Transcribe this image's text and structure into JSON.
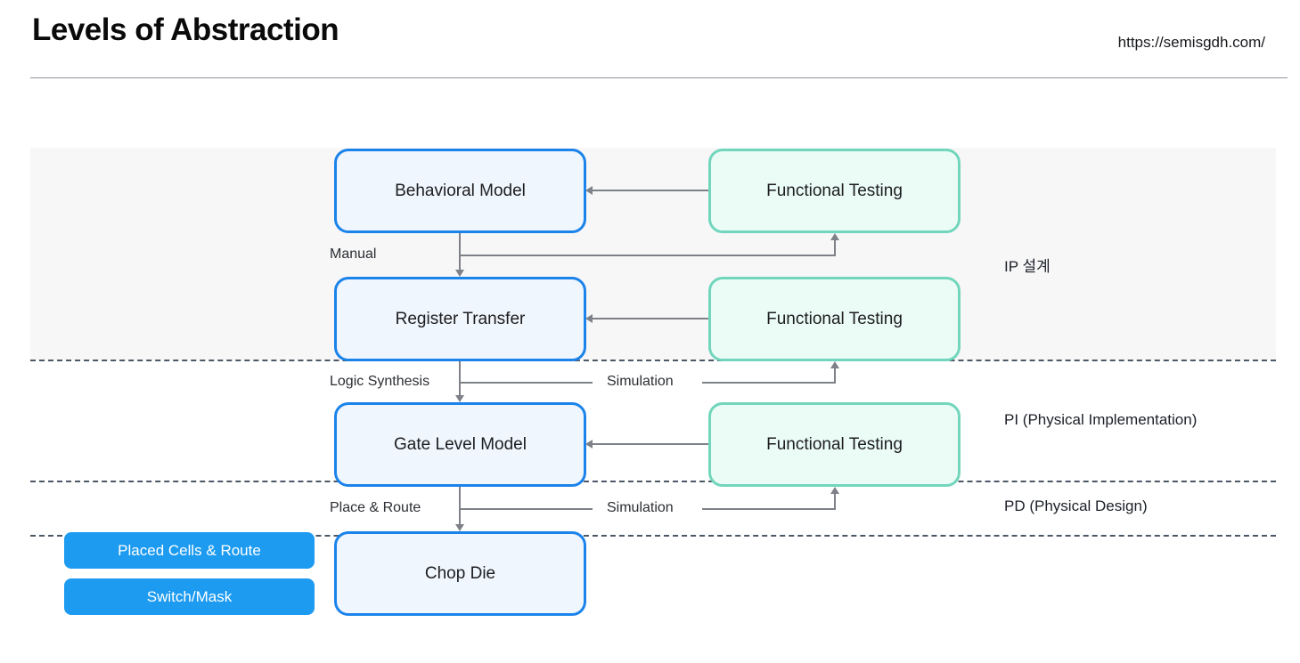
{
  "header": {
    "title": "Levels of Abstraction",
    "source_url": "https://semisgdh.com/"
  },
  "diagram": {
    "model_boxes": [
      {
        "label": "Behavioral Model"
      },
      {
        "label": "Register Transfer"
      },
      {
        "label": "Gate Level Model"
      },
      {
        "label": "Chop Die"
      }
    ],
    "testing_boxes": [
      {
        "label": "Functional Testing"
      },
      {
        "label": "Functional Testing"
      },
      {
        "label": "Functional Testing"
      }
    ],
    "flow_labels": {
      "manual": "Manual",
      "logic_synthesis": "Logic Synthesis",
      "simulation_1": "Simulation",
      "place_route": "Place & Route",
      "simulation_2": "Simulation"
    },
    "stage_labels": {
      "ip": "IP 설계",
      "pi": "PI (Physical Implementation)",
      "pd": "PD (Physical Design)"
    },
    "buttons": [
      {
        "label": "Placed Cells & Route"
      },
      {
        "label": "Switch/Mask"
      }
    ]
  },
  "colors": {
    "model_box_border": "#1b83ea",
    "model_box_fill": "#eff6fd",
    "testing_box_border": "#72d6bc",
    "testing_box_fill": "#ebfcf7",
    "button_fill": "#1d9bf0",
    "band_fill": "#f7f7f8",
    "dashed_line": "#4d5866",
    "connector": "#7e8187"
  }
}
